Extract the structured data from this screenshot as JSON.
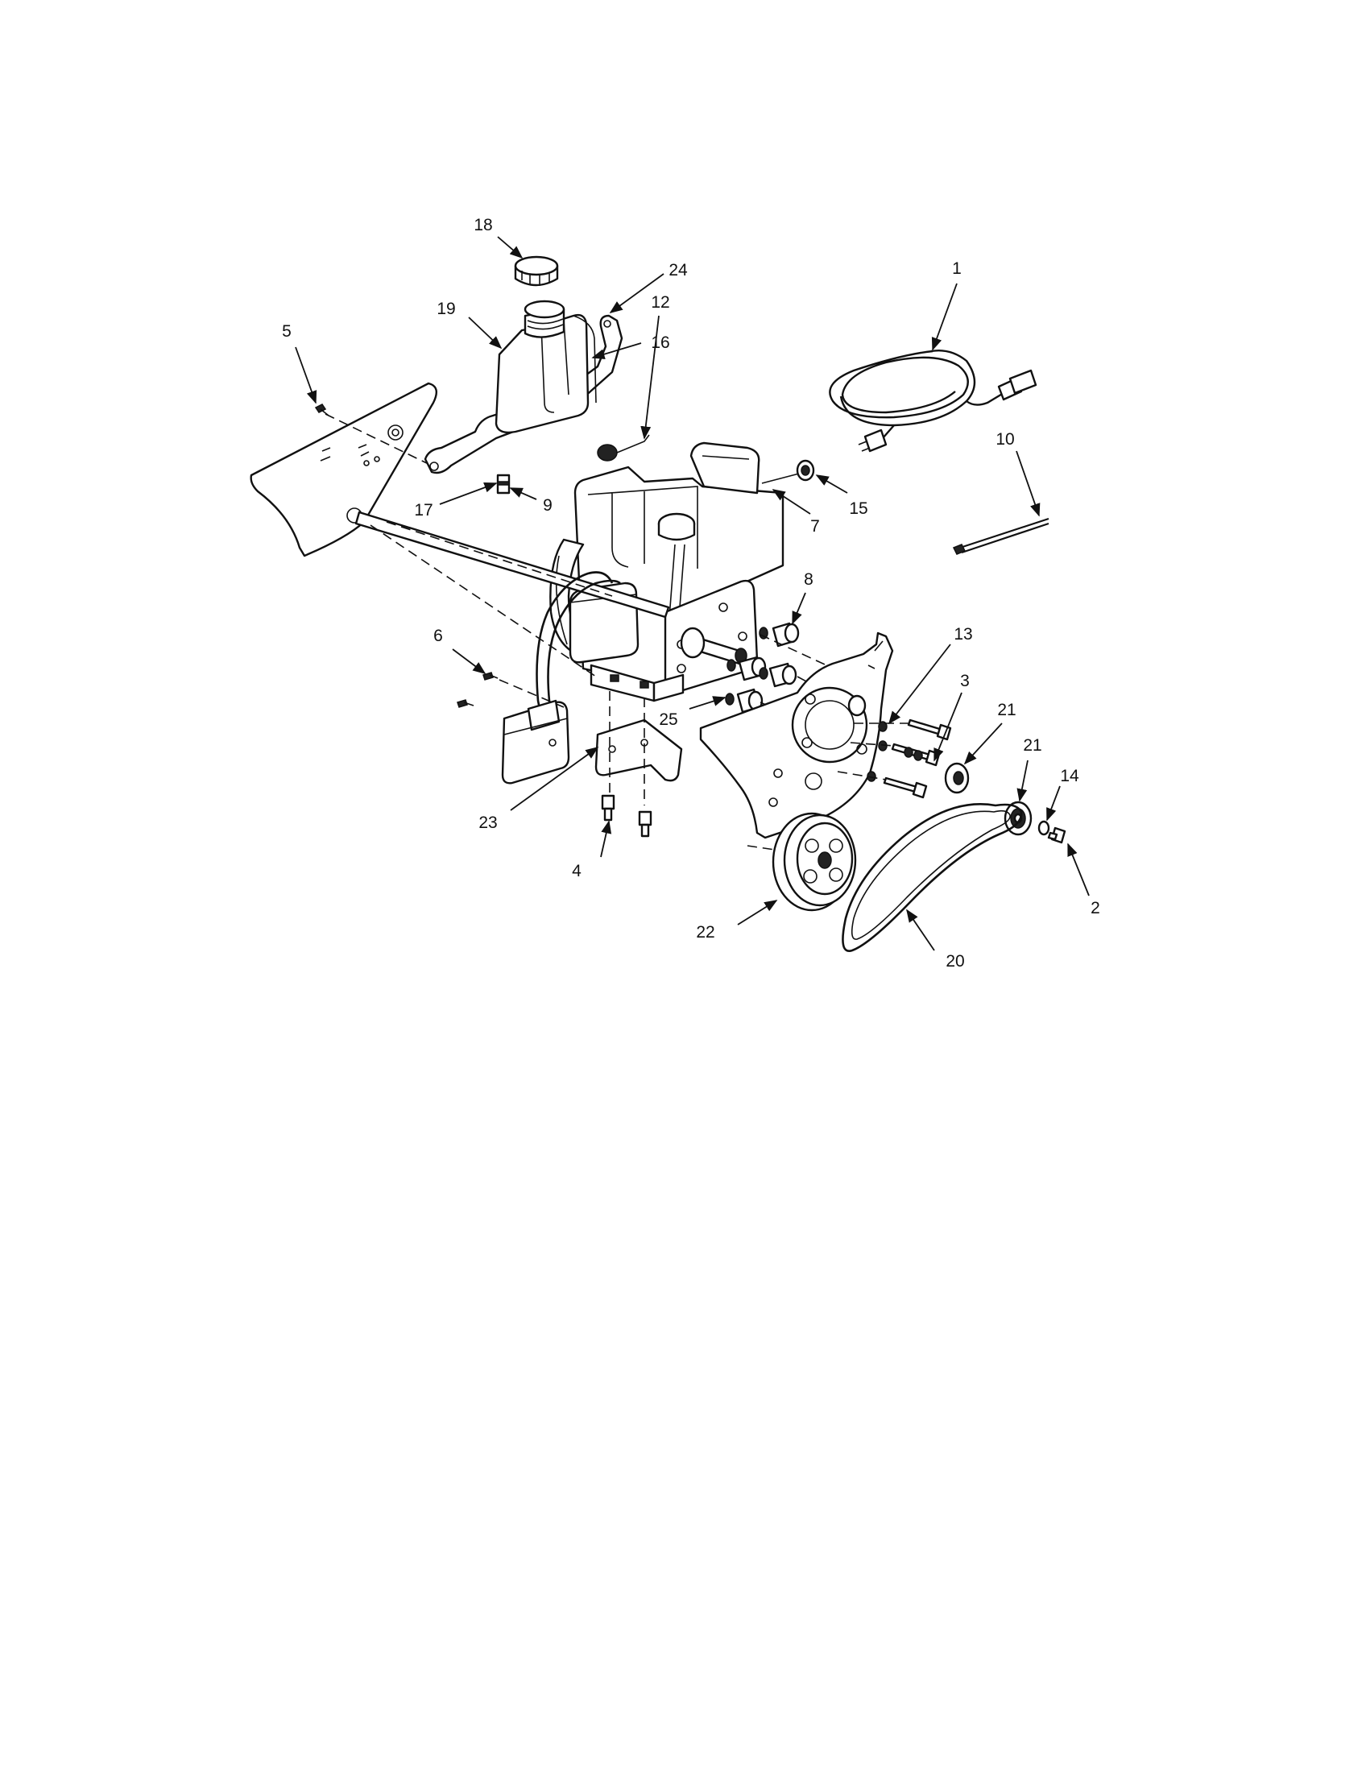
{
  "diagram": {
    "callouts": [
      {
        "id": "1",
        "label": "1"
      },
      {
        "id": "2",
        "label": "2"
      },
      {
        "id": "3",
        "label": "3"
      },
      {
        "id": "4",
        "label": "4"
      },
      {
        "id": "5",
        "label": "5"
      },
      {
        "id": "6",
        "label": "6"
      },
      {
        "id": "7",
        "label": "7"
      },
      {
        "id": "8",
        "label": "8"
      },
      {
        "id": "9",
        "label": "9"
      },
      {
        "id": "10",
        "label": "10"
      },
      {
        "id": "12",
        "label": "12"
      },
      {
        "id": "13",
        "label": "13"
      },
      {
        "id": "14",
        "label": "14"
      },
      {
        "id": "15",
        "label": "15"
      },
      {
        "id": "16",
        "label": "16"
      },
      {
        "id": "17",
        "label": "17"
      },
      {
        "id": "18",
        "label": "18"
      },
      {
        "id": "19",
        "label": "19"
      },
      {
        "id": "20",
        "label": "20"
      },
      {
        "id": "21a",
        "label": "21"
      },
      {
        "id": "21b",
        "label": "21"
      },
      {
        "id": "22",
        "label": "22"
      },
      {
        "id": "23",
        "label": "23"
      },
      {
        "id": "24",
        "label": "24"
      },
      {
        "id": "25",
        "label": "25"
      }
    ]
  }
}
